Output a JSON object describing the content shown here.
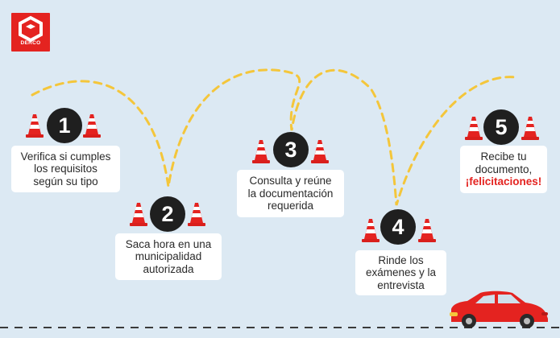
{
  "brand": {
    "logo_text": "DERCO",
    "accent_color": "#e42320",
    "background_color": "#dce9f3",
    "path_color": "#f4c63b",
    "icon": "derco-logo-icon"
  },
  "steps": [
    {
      "number": "1",
      "lines": [
        "Verifica si cumples",
        "los requisitos",
        "según su tipo"
      ]
    },
    {
      "number": "2",
      "lines": [
        "Saca hora en una",
        "municipalidad",
        "autorizada"
      ]
    },
    {
      "number": "3",
      "lines": [
        "Consulta y reúne",
        "la documentación",
        "requerida"
      ]
    },
    {
      "number": "4",
      "lines": [
        "Rinde los",
        "exámenes y la",
        "entrevista"
      ]
    },
    {
      "number": "5",
      "lines": [
        "Recibe tu",
        "documento,"
      ],
      "highlight": "¡felicitaciones!"
    }
  ],
  "icons": {
    "cone": "traffic-cone-icon",
    "car": "red-car-icon"
  }
}
